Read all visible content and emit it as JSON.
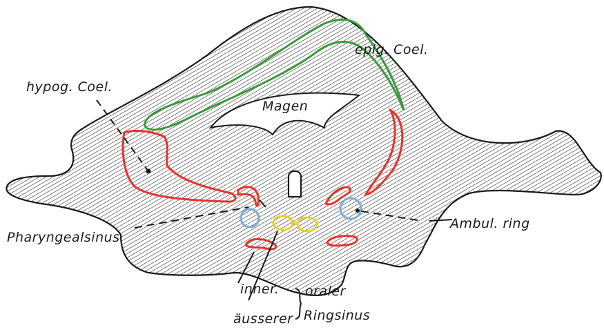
{
  "labels": {
    "epig_coel": "epig. Coel.",
    "hypog_coel": "hypog. Coel.",
    "magen": "Magen",
    "pharyngealsinus": "Pharyngealsinus",
    "ambul_ring": "Ambul. ring",
    "inner": "inner.",
    "ausserer": "äusserer",
    "oraler": "oraler",
    "ringsinus": "Ringsinus"
  },
  "colors": {
    "body_fill": "#9a9a9a",
    "outline": "#1a1a1a",
    "epigastric_coelom": "#3a9a3a",
    "hypogastric_coelom": "#e8322a",
    "ambulacral_ring": "#7aaad8",
    "oral_ring": "#e8d020",
    "background": "#ffffff"
  }
}
